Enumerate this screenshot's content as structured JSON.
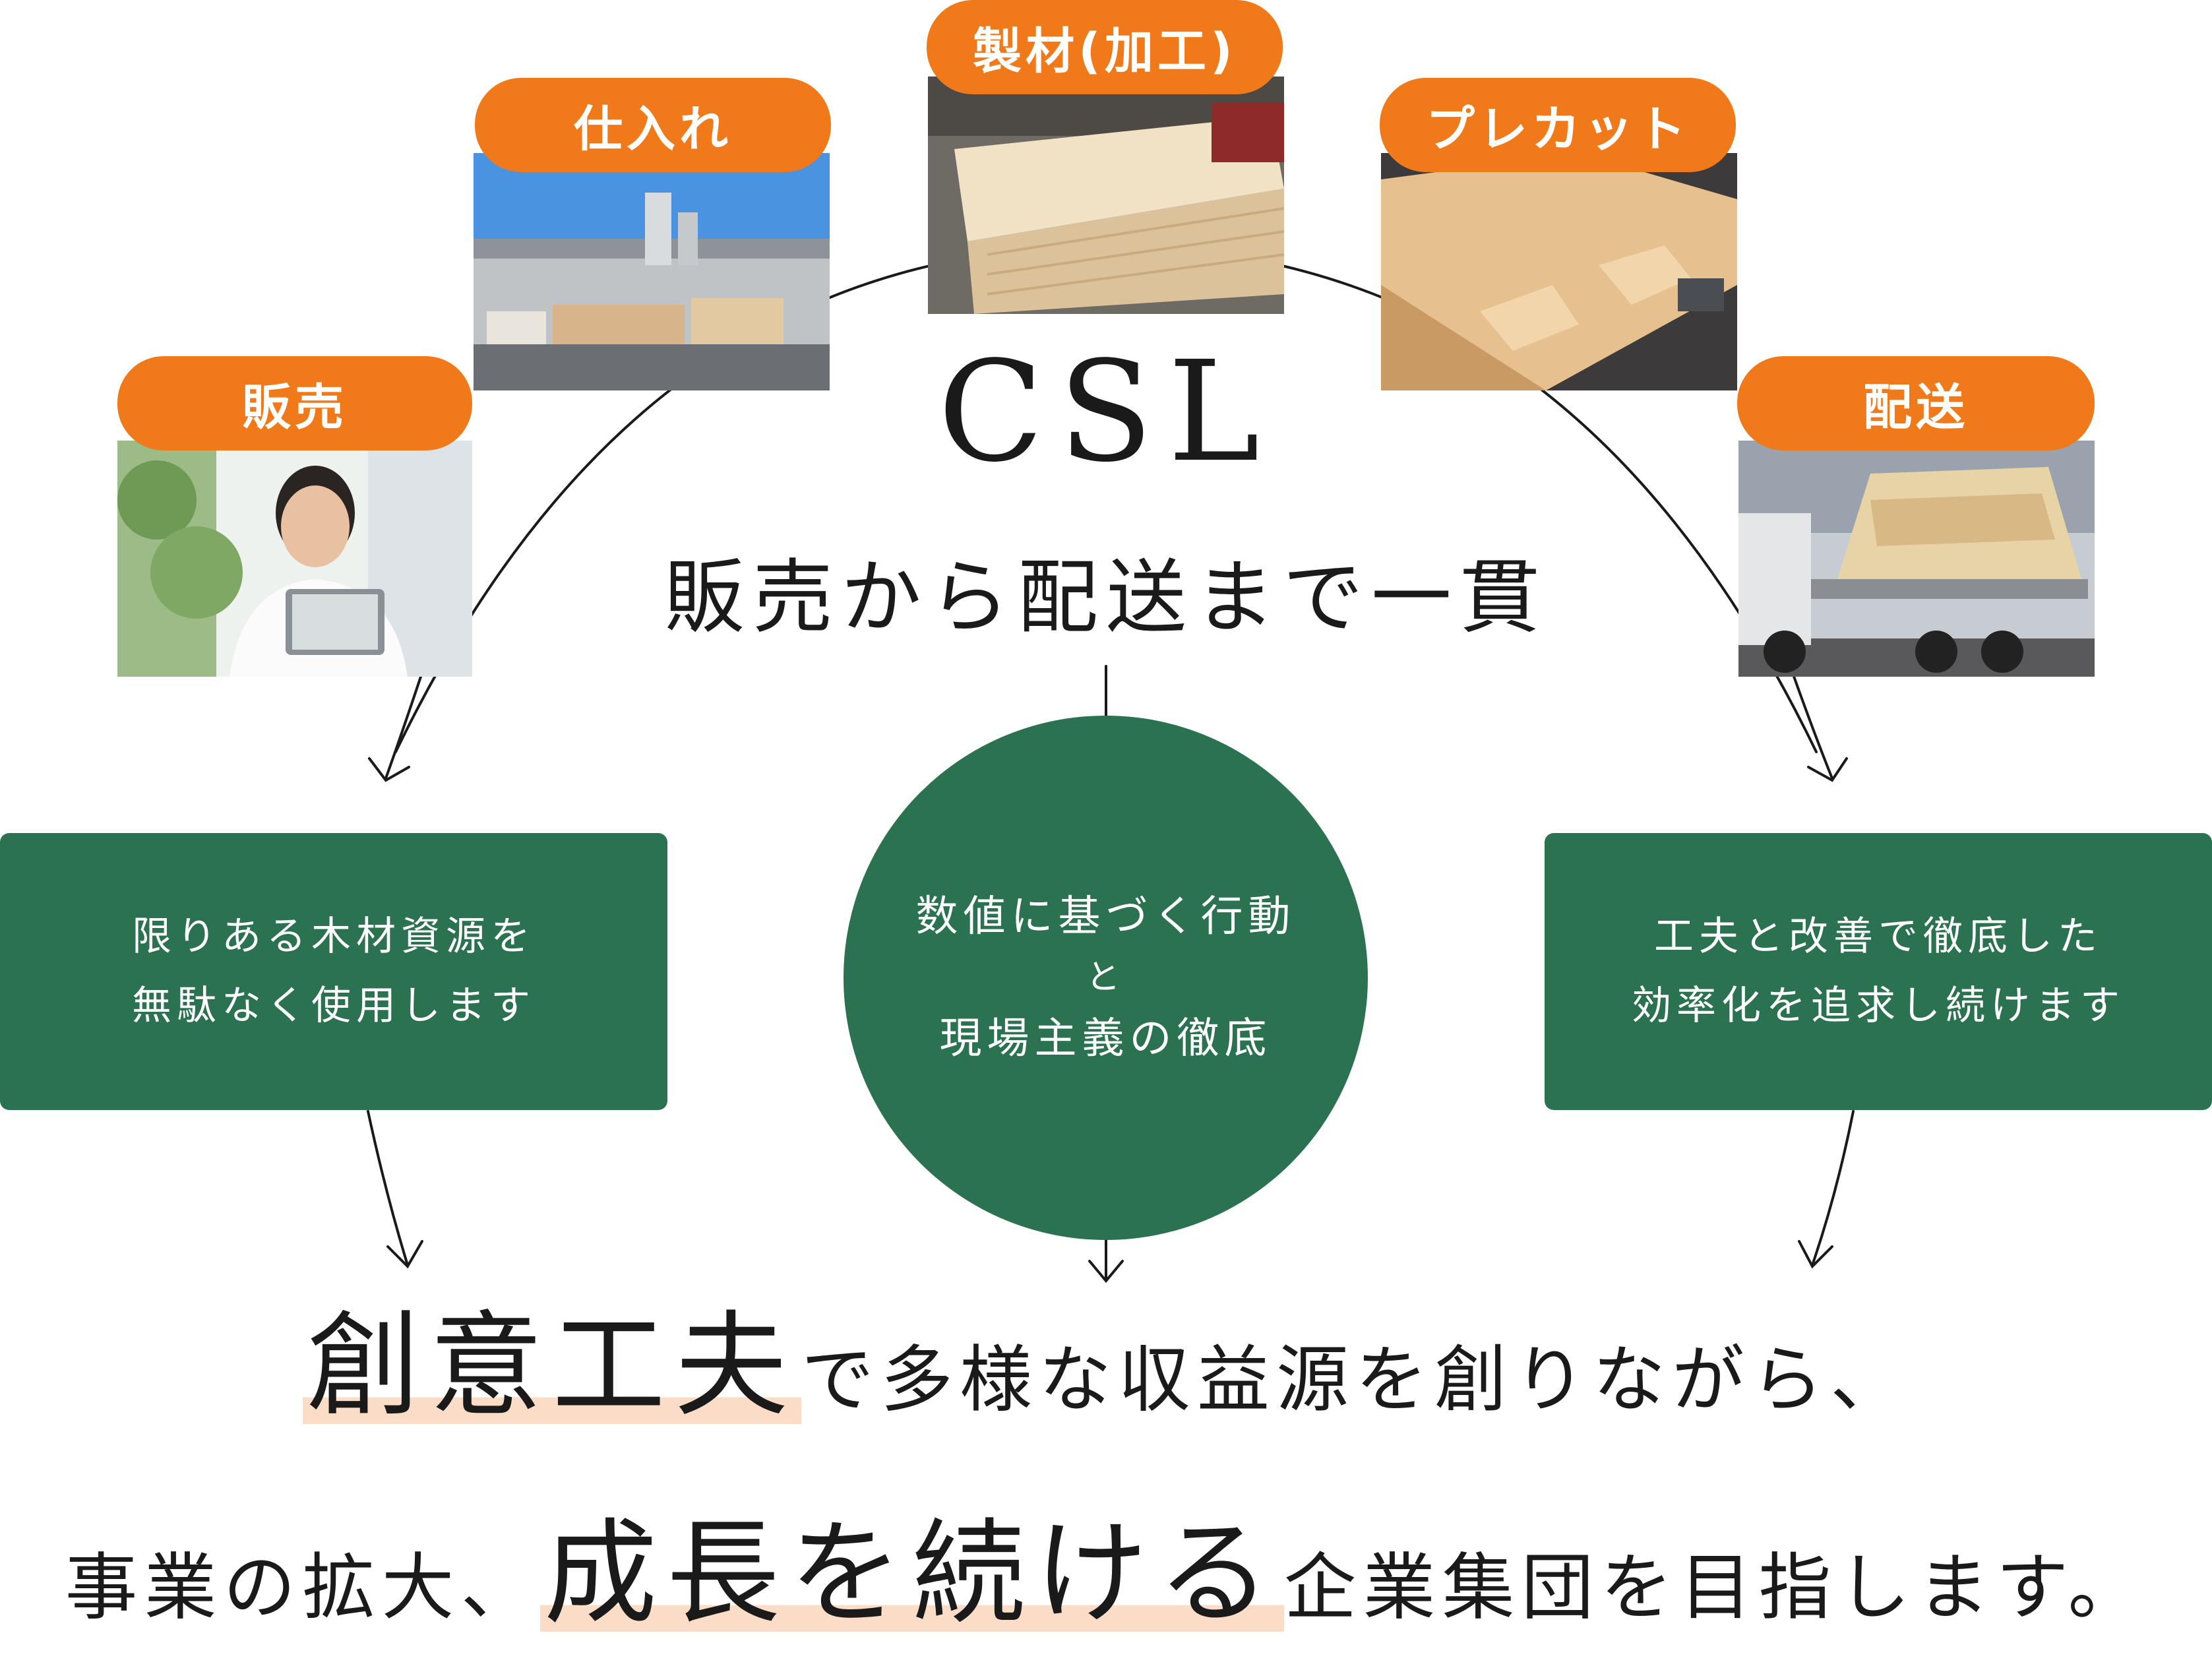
{
  "steps": [
    {
      "id": "sales",
      "label": "販売"
    },
    {
      "id": "purchase",
      "label": "仕入れ"
    },
    {
      "id": "sawing",
      "label": "製材(加工)"
    },
    {
      "id": "precut",
      "label": "プレカット"
    },
    {
      "id": "delivery",
      "label": "配送"
    }
  ],
  "center": {
    "title": "CSL",
    "tagline": "販売から配送まで一貫"
  },
  "boxes": {
    "left": {
      "line1": "限りある木材資源を",
      "line2": "無駄なく使用します"
    },
    "right": {
      "line1": "工夫と改善で徹底した",
      "line2": "効率化を追求し続けます"
    }
  },
  "circle": {
    "line1": "数値に基づく行動",
    "line2": "と",
    "line3": "現場主義の徹底"
  },
  "statement": {
    "line1_em": "創意工夫",
    "line1_rest": "で多様な収益源を創りながら、",
    "line2_pre": "事業の拡大、",
    "line2_em": "成長を続ける",
    "line2_post": "企業集団を目指します。"
  },
  "colors": {
    "accent_orange": "#f07a1a",
    "brand_green": "#2b7251",
    "highlight": "#fbdcc6"
  }
}
